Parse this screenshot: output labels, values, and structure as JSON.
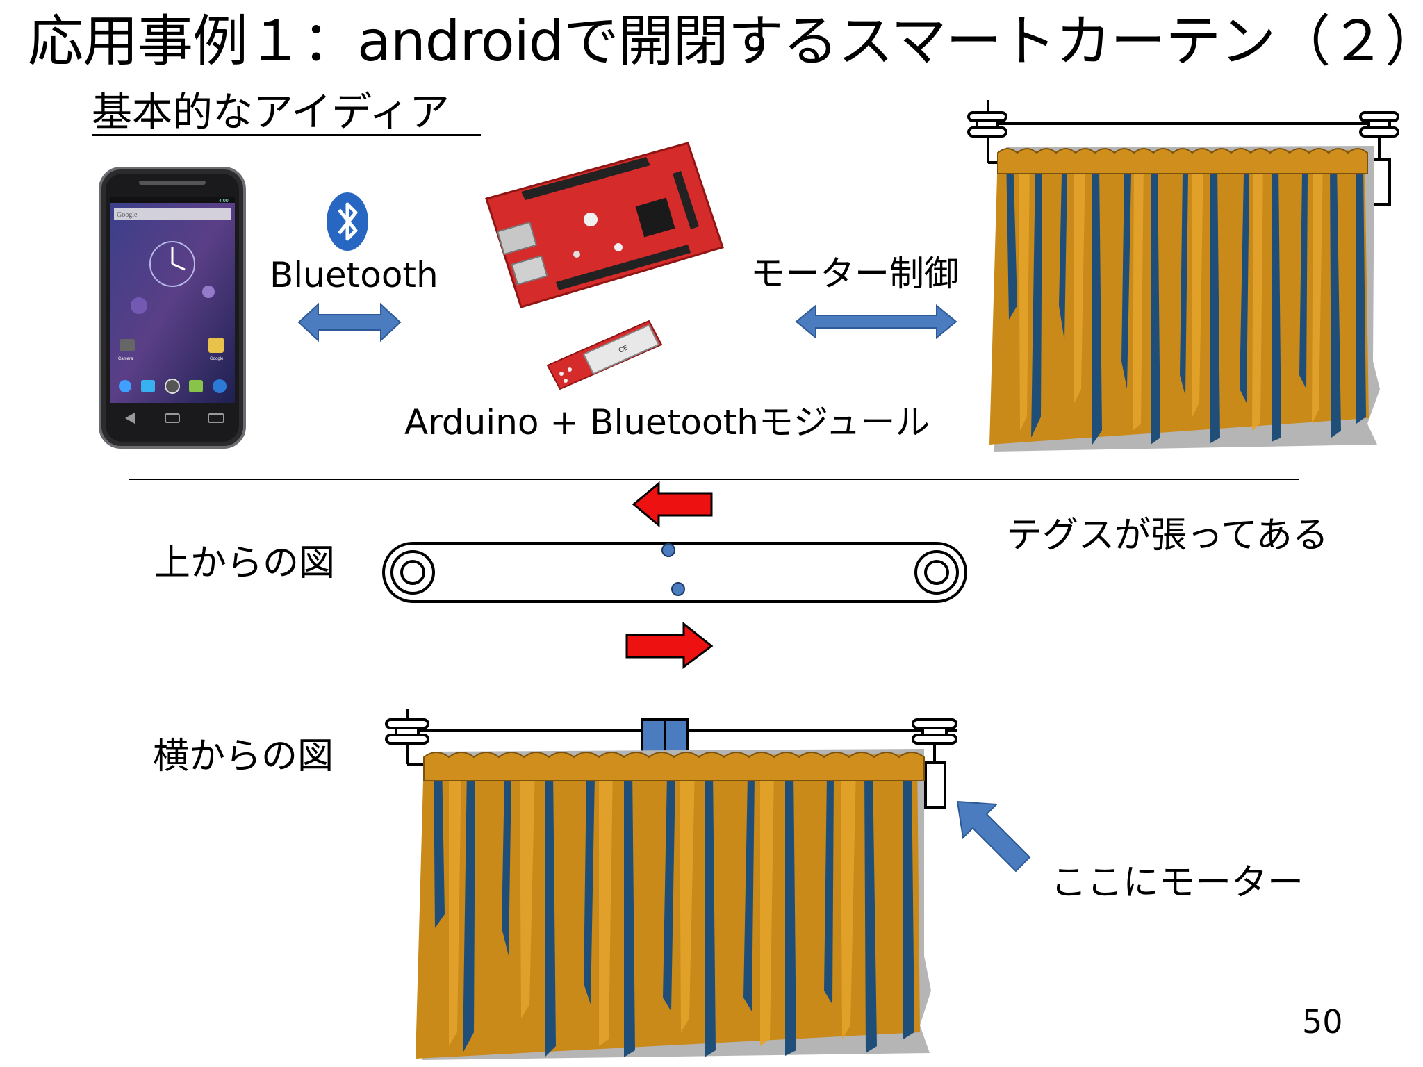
{
  "slide": {
    "title": "応用事例１：androidで開閉するスマートカーテン（２）",
    "subtitle": "基本的なアイディア",
    "page_number": "50"
  },
  "labels": {
    "bluetooth": "Bluetooth",
    "motor_control": "モーター制御",
    "module": "Arduino + Bluetoothモジュール",
    "top_view": "上からの図",
    "side_view": "横からの図",
    "tegus": "テグスが張ってある",
    "motor_here": "ここにモーター"
  },
  "phone_screen": {
    "search": "Google",
    "clock": "4:00",
    "app_left": "Camera",
    "app_right": "Google"
  },
  "board_text": {
    "ce": "CE"
  },
  "colors": {
    "curtain_main": "#c98a1a",
    "curtain_shadow": "#1f4e79",
    "arrow_blue": "#4a7cbf",
    "arrow_red": "#ee1111",
    "board_red": "#d62b2b"
  }
}
